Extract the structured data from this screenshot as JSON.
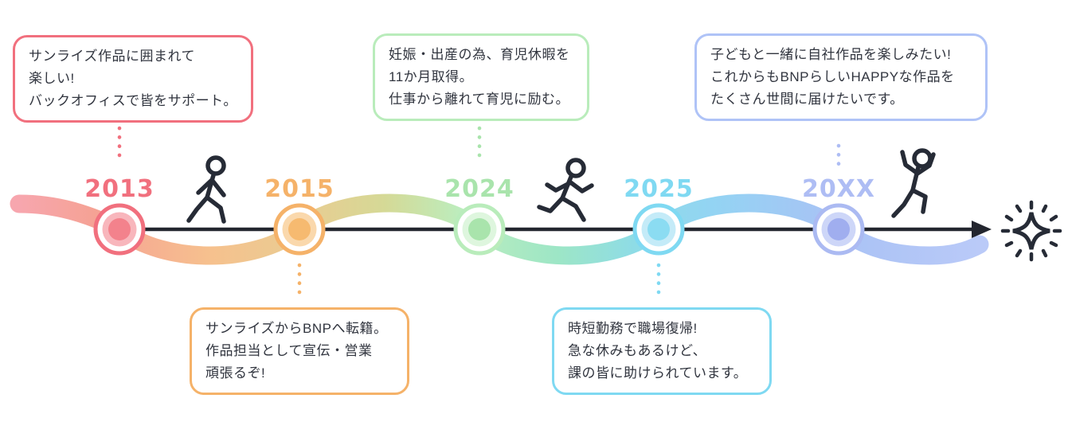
{
  "timeline": {
    "title_implicit": "",
    "palette": {
      "pink": "#F1707E",
      "orange": "#F5B269",
      "green": "#A9E4AC",
      "blue": "#7FD9F2",
      "periwinkle": "#AEBDF4",
      "arrow_line": "#23262F",
      "text": "#31353F",
      "bubble_background": "#FFFFFF"
    },
    "milestones": [
      {
        "year": "2013",
        "color": "#F1707E",
        "node_colors": {
          "ring": "#F1707E",
          "mid": "#F8B6BC",
          "core": "#F3828C"
        },
        "bubble": {
          "position": "top",
          "border_color": "#F1707E",
          "lines": [
            "サンライズ作品に囲まれて",
            "楽しい!",
            "バックオフィスで皆をサポート。"
          ]
        }
      },
      {
        "year": "2015",
        "color": "#F5B269",
        "node_colors": {
          "ring": "#F5B269",
          "mid": "#FAD8AC",
          "core": "#F6BA70"
        },
        "bubble": {
          "position": "bottom",
          "border_color": "#F5B269",
          "lines": [
            "サンライズからBNPへ転籍。",
            "作品担当として宣伝・営業",
            "頑張るぞ!"
          ]
        }
      },
      {
        "year": "2024",
        "color": "#A9E4AC",
        "node_colors": {
          "ring": "#B9ECBB",
          "mid": "#DEF6DE",
          "core": "#A9E4AC"
        },
        "bubble": {
          "position": "top",
          "border_color": "#B9ECBB",
          "lines": [
            "妊娠・出産の為、育児休暇を",
            "11か月取得。",
            "仕事から離れて育児に励む。"
          ]
        }
      },
      {
        "year": "2025",
        "color": "#7FD9F2",
        "node_colors": {
          "ring": "#7FD9F2",
          "mid": "#C4EBF8",
          "core": "#8BDCF2"
        },
        "bubble": {
          "position": "bottom",
          "border_color": "#7FD9F2",
          "lines": [
            "時短勤務で職場復帰!",
            "急な休みもあるけど、",
            "課の皆に助けられています。"
          ]
        }
      },
      {
        "year": "20XX",
        "color": "#AEBDF4",
        "node_colors": {
          "ring": "#ABBAF2",
          "mid": "#CDD6F8",
          "core": "#A0AEEF"
        },
        "bubble": {
          "position": "top",
          "border_color": "#AFC3F7",
          "lines": [
            "子どもと一緒に自社作品を楽しみたい!",
            "これからもBNPらしいHAPPYな作品を",
            "たくさん世間に届けたいです。"
          ]
        }
      }
    ],
    "icons": [
      {
        "name": "walking-person-icon",
        "between": [
          "2013",
          "2015"
        ]
      },
      {
        "name": "running-person-icon",
        "between": [
          "2024",
          "2025"
        ]
      },
      {
        "name": "jumping-person-icon",
        "after": "20XX"
      },
      {
        "name": "sparkle-icon",
        "position": "end-of-arrow"
      }
    ]
  }
}
